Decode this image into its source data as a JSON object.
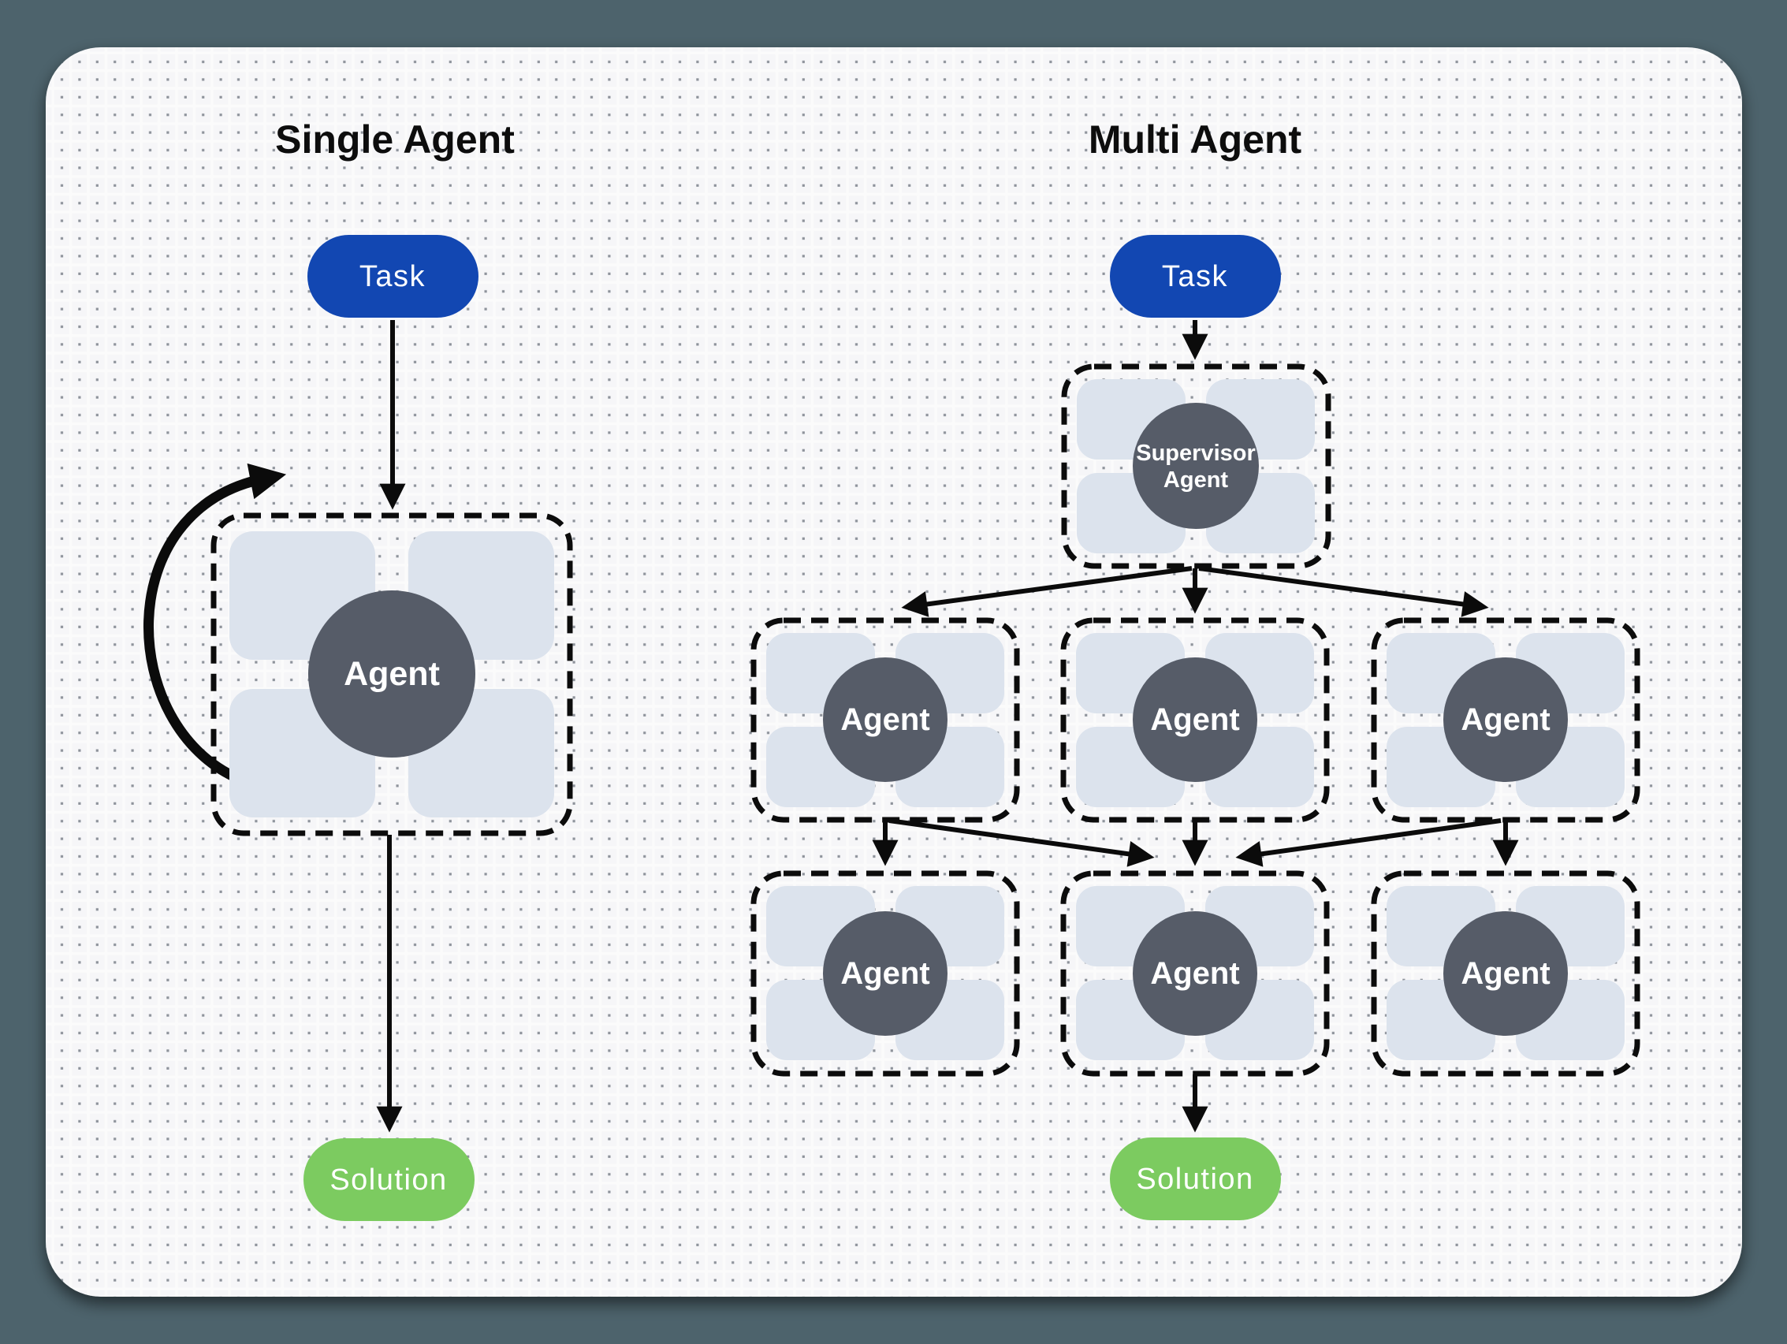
{
  "titles": {
    "single": "Single Agent",
    "multi": "Multi Agent"
  },
  "labels": {
    "task": "Task",
    "solution": "Solution",
    "agent": "Agent",
    "supervisor_line1": "Supervisor",
    "supervisor_line2": "Agent"
  },
  "colors": {
    "background": "#4d636c",
    "panel": "#fbfbfb",
    "panel_dot": "#8e939b",
    "panel_cell": "#f6f6f8",
    "task_pill": "#1247b2",
    "solution_pill": "#7ccb60",
    "agent_circle": "#565c68",
    "tool_tile": "#dce3ed",
    "dashed_border": "#0c0c0c",
    "arrow": "#0b0b0b",
    "title_text": "#0d0d0d",
    "pill_text": "#ffffff"
  },
  "structure": {
    "single_agent": {
      "nodes": [
        "Task",
        "Agent",
        "Solution"
      ],
      "edges": [
        "Task→Agent",
        "Agent→Agent (self-loop)",
        "Agent→Solution"
      ]
    },
    "multi_agent": {
      "nodes": [
        "Task",
        "Supervisor Agent",
        "Agent x3 (row 1)",
        "Agent x3 (row 2)",
        "Solution"
      ],
      "edges": [
        "Task→Supervisor Agent",
        "Supervisor Agent→Agent row1-left",
        "Supervisor Agent→Agent row1-center",
        "Supervisor Agent→Agent row1-right",
        "Agent row1-left→Agent row2-left",
        "Agent row1-left→Agent row2-center",
        "Agent row1-center→Agent row2-center",
        "Agent row1-right→Agent row2-center",
        "Agent row1-right→Agent row2-right",
        "Agent row2-center→Solution"
      ]
    }
  }
}
